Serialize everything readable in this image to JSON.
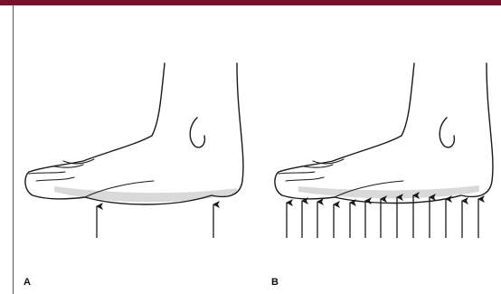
{
  "colors": {
    "top_bar": "#7a0f2c",
    "stroke": "#1a1a1a",
    "shade": "#cfcfcf"
  },
  "panels": [
    {
      "label": "A",
      "arrow_count": 2,
      "meaning_icon": "two-point-support-arrows"
    },
    {
      "label": "B",
      "arrow_count": 13,
      "meaning_icon": "distributed-support-arrows"
    }
  ]
}
